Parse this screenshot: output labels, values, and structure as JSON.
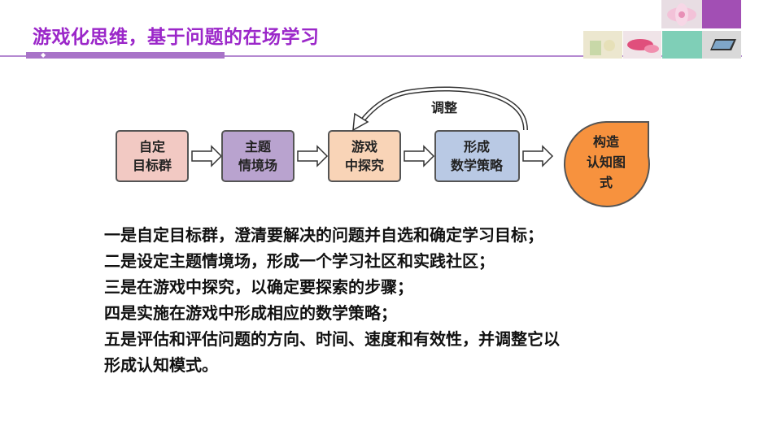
{
  "slide": {
    "title": "游戏化思维，基于问题的在场学习"
  },
  "diagram": {
    "boxes": [
      {
        "label_line1": "自定",
        "label_line2": "目标群",
        "color": "#f2c9c3"
      },
      {
        "label_line1": "主题",
        "label_line2": "情境场",
        "color": "#b9a3cf"
      },
      {
        "label_line1": "游戏",
        "label_line2": "中探究",
        "color": "#f9d4b7"
      },
      {
        "label_line1": "形成",
        "label_line2": "数学策略",
        "color": "#b9c9e4"
      }
    ],
    "final": {
      "label_line1": "构造",
      "label_line2": "认知图",
      "label_line3": "式",
      "color": "#f7923e"
    },
    "loop_label": "调整"
  },
  "steps": [
    "一是自定目标群，澄清要解决的问题并自选和确定学习目标；",
    "二是设定主题情境场，形成一个学习社区和实践社区；",
    "三是在游戏中探究，以确定要探索的步骤；",
    "四是实施在游戏中形成相应的数学策略；",
    "五是评估和评估问题的方向、时间、速度和有效性，并调整它以",
    "形成认知模式。"
  ]
}
